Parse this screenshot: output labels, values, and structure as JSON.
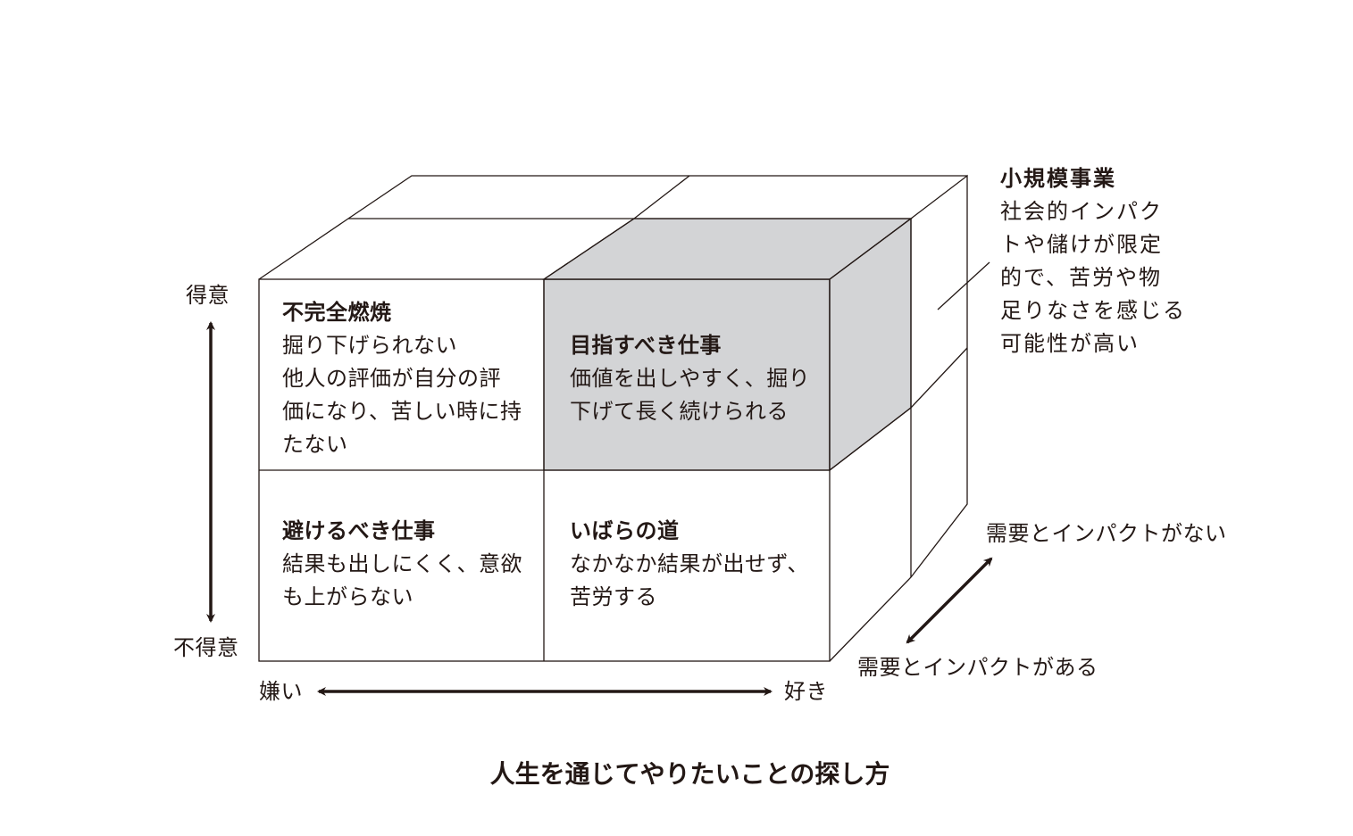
{
  "axes": {
    "vertical_top": "得意",
    "vertical_bottom": "不得意",
    "horizontal_left": "嫌い",
    "horizontal_right": "好き",
    "depth_back": "需要とインパクトがない",
    "depth_front": "需要とインパクトがある"
  },
  "cells": {
    "top_left": {
      "title": "不完全燃焼",
      "lines": [
        "掘り下げられない",
        "他人の評価が自分の評",
        "価になり、苦しい時に持",
        "たない"
      ]
    },
    "top_right": {
      "title": "目指すべき仕事",
      "lines": [
        "価値を出しやすく、掘り",
        "下げて長く続けられる"
      ]
    },
    "bottom_left": {
      "title": "避けるべき仕事",
      "lines": [
        "結果も出しにくく、意欲",
        "も上がらない"
      ]
    },
    "bottom_right": {
      "title": "いばらの道",
      "lines": [
        "なかなか結果が出せず、",
        "苦労する"
      ]
    }
  },
  "callout": {
    "title": "小規模事業",
    "lines": [
      "社会的インパク",
      "トや儲けが限定",
      "的で、苦労や物",
      "足りなさを感じる",
      "可能性が高い"
    ]
  },
  "caption": "人生を通じてやりたいことの探し方",
  "colors": {
    "line": "#231815",
    "highlight": "#d3d4d6"
  }
}
